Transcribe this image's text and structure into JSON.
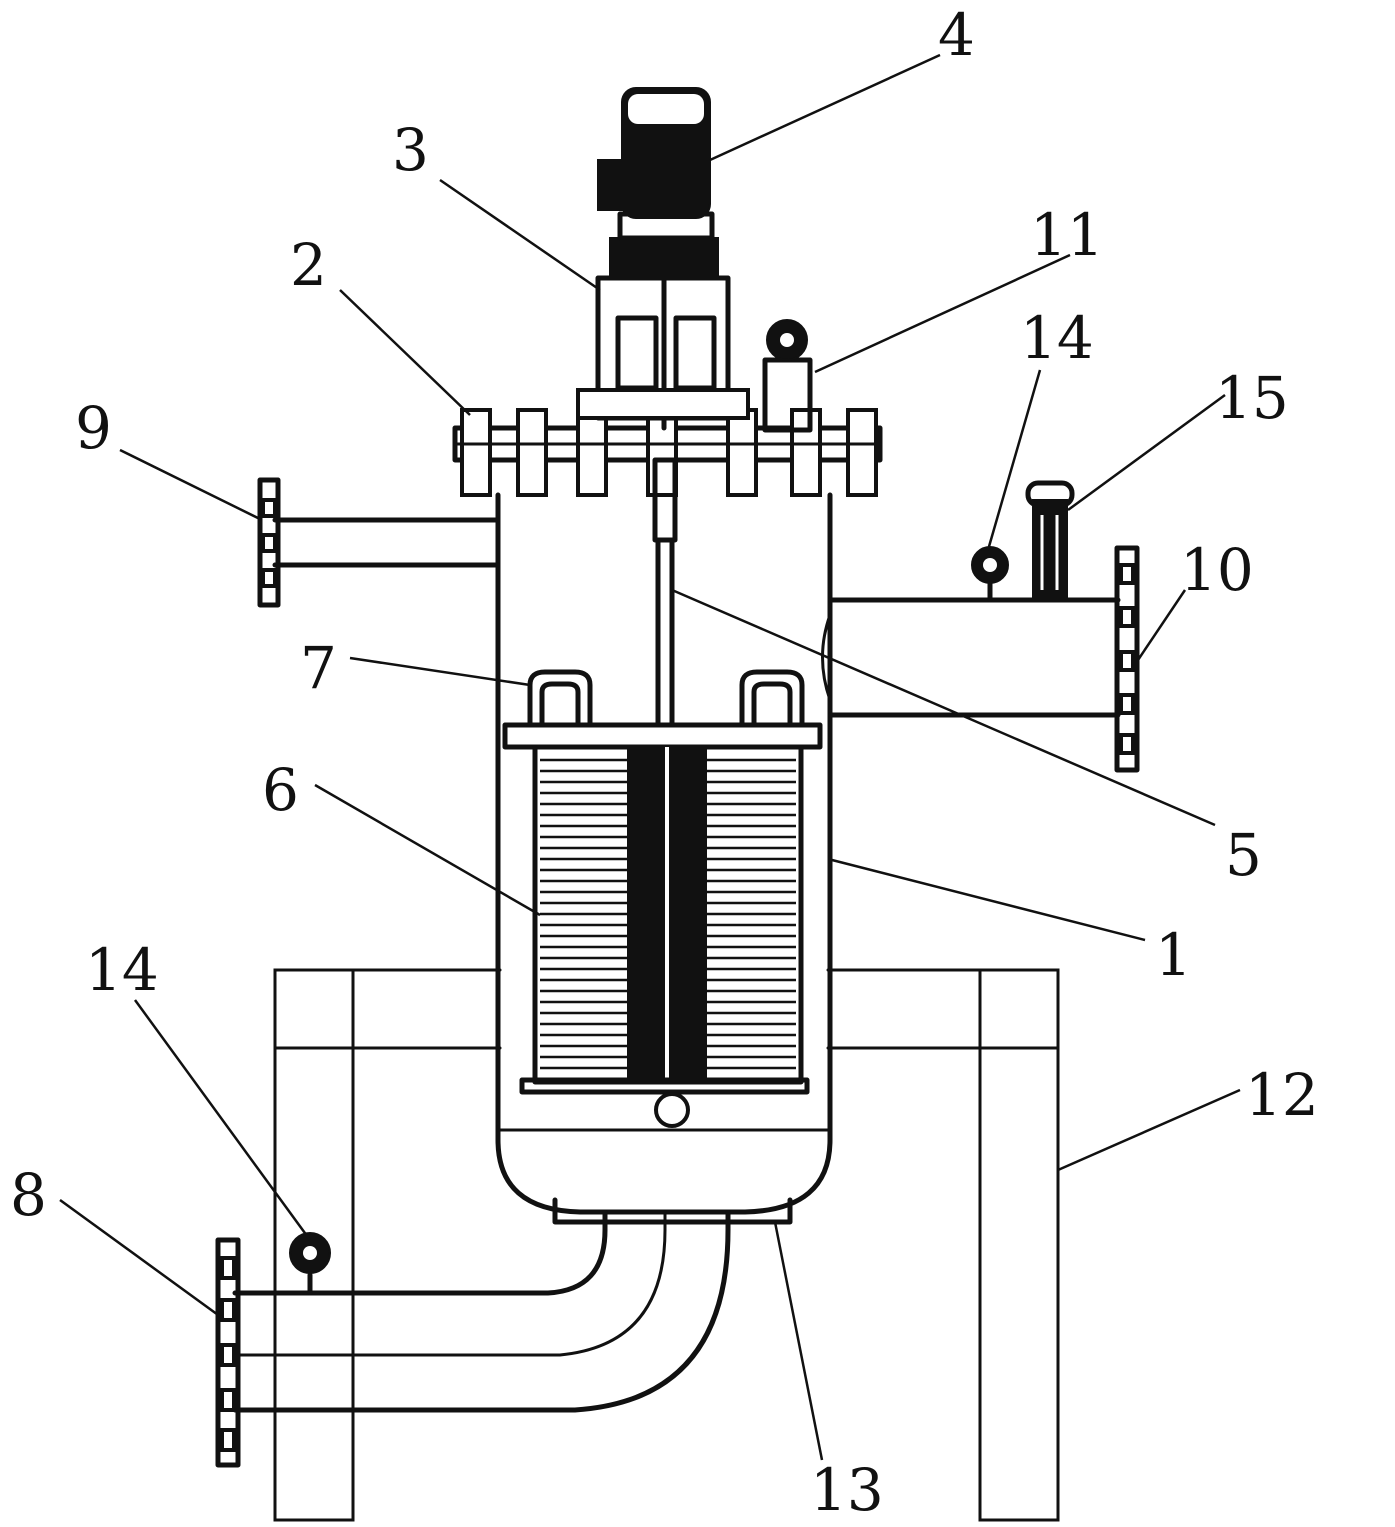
{
  "labels": {
    "l1": "1",
    "l2": "2",
    "l3": "3",
    "l4": "4",
    "l5": "5",
    "l6": "6",
    "l7": "7",
    "l8": "8",
    "l9": "9",
    "l10": "10",
    "l11": "11",
    "l12": "12",
    "l13": "13",
    "l14a": "14",
    "l14b": "14",
    "l15": "15"
  }
}
